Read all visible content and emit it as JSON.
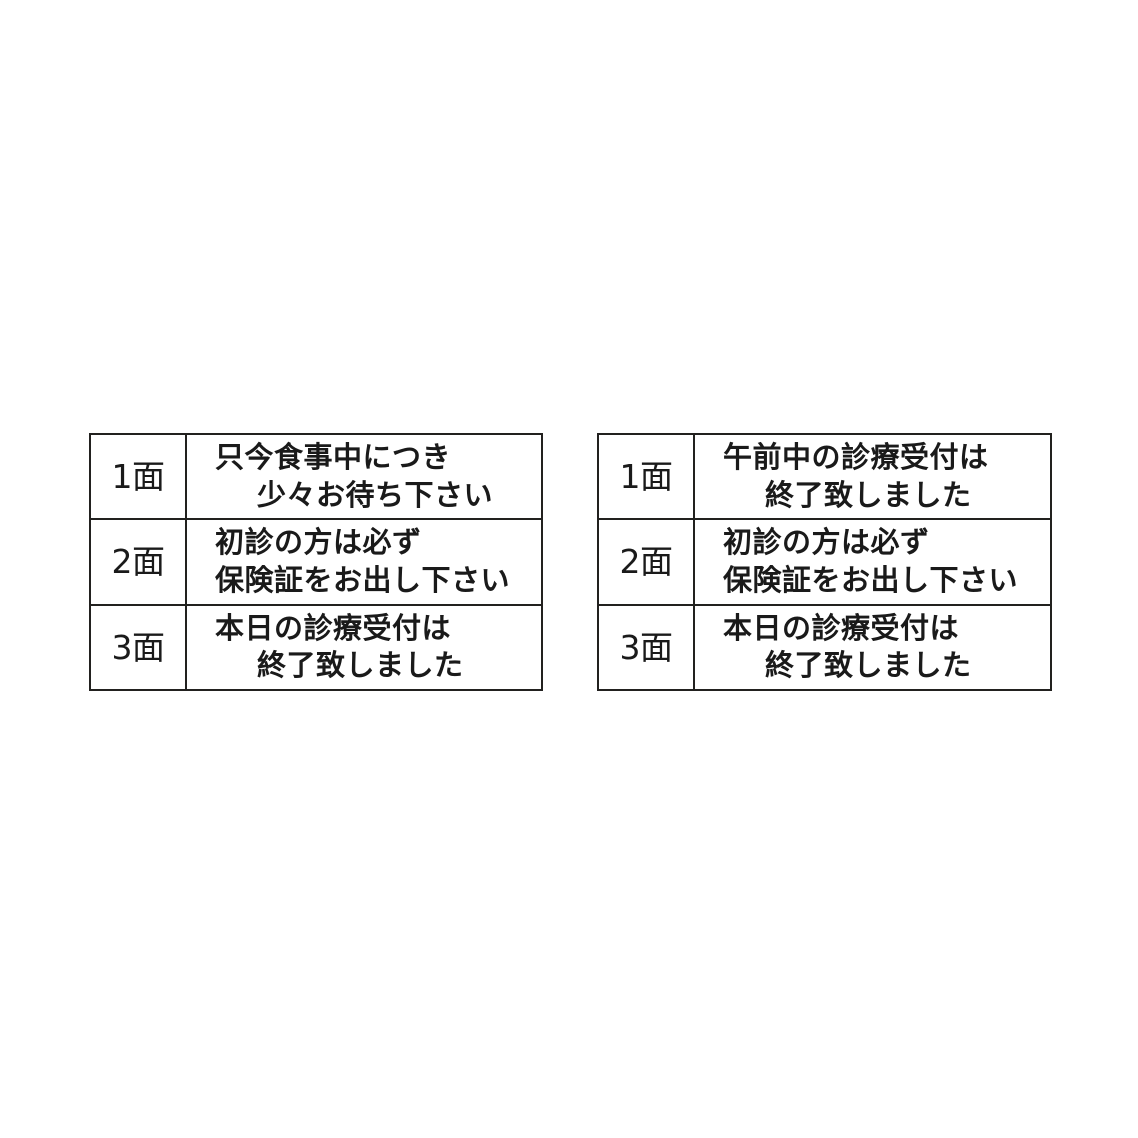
{
  "page": {
    "background_color": "#ffffff",
    "text_color": "#1a1a1a",
    "border_color": "#22211f"
  },
  "panels": [
    {
      "id": "panel-left",
      "name": "sign-table-left",
      "rows": [
        {
          "label": "1面",
          "lines": [
            {
              "text": "只今食事中につき",
              "indent": false
            },
            {
              "text": "少々お待ち下さい",
              "indent": true
            }
          ]
        },
        {
          "label": "2面",
          "lines": [
            {
              "text": "初診の方は必ず",
              "indent": false
            },
            {
              "text": "保険証をお出し下さい",
              "indent": false
            }
          ]
        },
        {
          "label": "3面",
          "lines": [
            {
              "text": "本日の診療受付は",
              "indent": false
            },
            {
              "text": "終了致しました",
              "indent": true
            }
          ]
        }
      ]
    },
    {
      "id": "panel-right",
      "name": "sign-table-right",
      "rows": [
        {
          "label": "1面",
          "lines": [
            {
              "text": "午前中の診療受付は",
              "indent": false
            },
            {
              "text": "終了致しました",
              "indent": true
            }
          ]
        },
        {
          "label": "2面",
          "lines": [
            {
              "text": "初診の方は必ず",
              "indent": false
            },
            {
              "text": "保険証をお出し下さい",
              "indent": false
            }
          ]
        },
        {
          "label": "3面",
          "lines": [
            {
              "text": "本日の診療受付は",
              "indent": false
            },
            {
              "text": "終了致しました",
              "indent": true
            }
          ]
        }
      ]
    }
  ]
}
